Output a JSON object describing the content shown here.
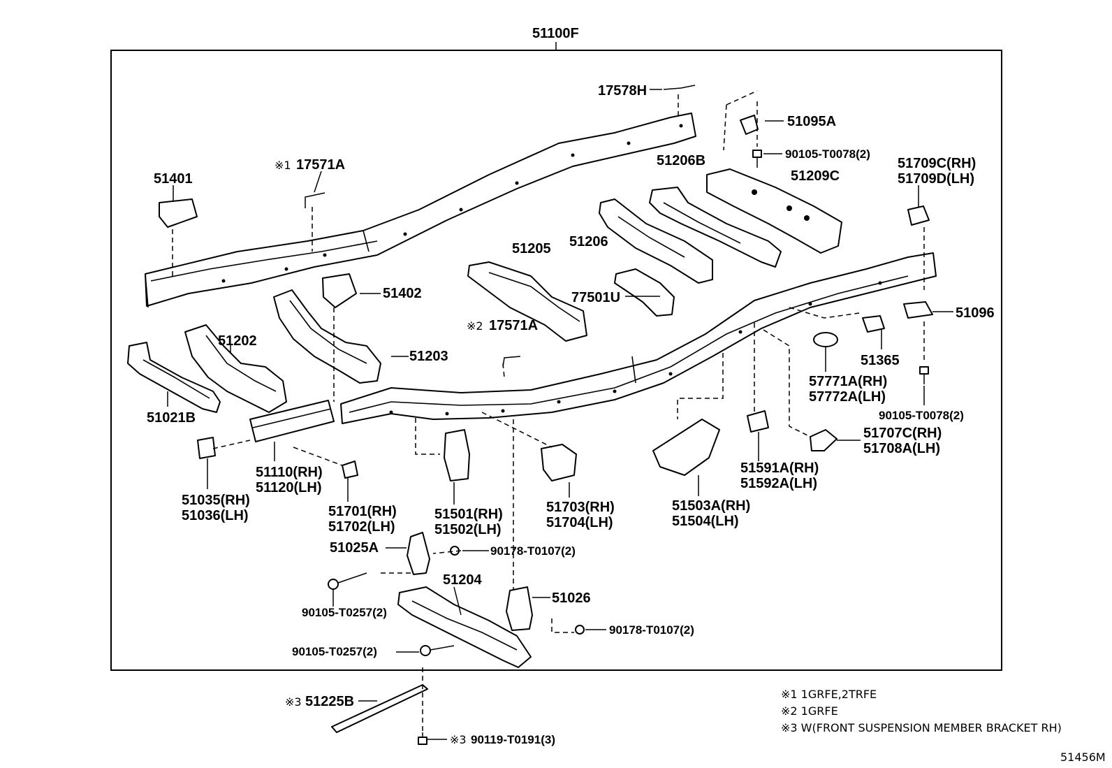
{
  "assembly_label": "51100F",
  "diagram_id": "51456M",
  "parts": {
    "p17578H": "17578H",
    "p51095A": "51095A",
    "p90105_T0078_top": "90105-T0078(2)",
    "p51206B": "51206B",
    "p51209C": "51209C",
    "p51709C": "51709C(RH)",
    "p51709D": "51709D(LH)",
    "p17571A_1": "17571A",
    "p17571A_2": "17571A",
    "p51401": "51401",
    "p51206": "51206",
    "p51205": "51205",
    "p77501U": "77501U",
    "p51402": "51402",
    "p51096": "51096",
    "p51202": "51202",
    "p51203": "51203",
    "p51365": "51365",
    "p57771A": "57771A(RH)",
    "p57772A": "57772A(LH)",
    "p90105_T0078_right": "90105-T0078(2)",
    "p51021B": "51021B",
    "p51707C": "51707C(RH)",
    "p51708A": "51708A(LH)",
    "p51110": "51110(RH)",
    "p51120": "51120(LH)",
    "p51591A": "51591A(RH)",
    "p51592A": "51592A(LH)",
    "p51035": "51035(RH)",
    "p51036": "51036(LH)",
    "p51701": "51701(RH)",
    "p51702": "51702(LH)",
    "p51501": "51501(RH)",
    "p51502": "51502(LH)",
    "p51703": "51703(RH)",
    "p51704": "51704(LH)",
    "p51503A": "51503A(RH)",
    "p51504": "51504(LH)",
    "p51025A": "51025A",
    "p90178_T0107_top": "90178-T0107(2)",
    "p51204": "51204",
    "p51026": "51026",
    "p90105_T0257_left": "90105-T0257(2)",
    "p90178_T0107_right": "90178-T0107(2)",
    "p90105_T0257_mid": "90105-T0257(2)",
    "p51225B": "51225B",
    "p90119_T0191": "90119-T0191(3)"
  },
  "marks": {
    "m1": "※1",
    "m2": "※2",
    "m3a": "※3",
    "m3b": "※3"
  },
  "notes": [
    "※1 1GRFE,2TRFE",
    "※2 1GRFE",
    "※3 W(FRONT SUSPENSION MEMBER BRACKET RH)"
  ]
}
